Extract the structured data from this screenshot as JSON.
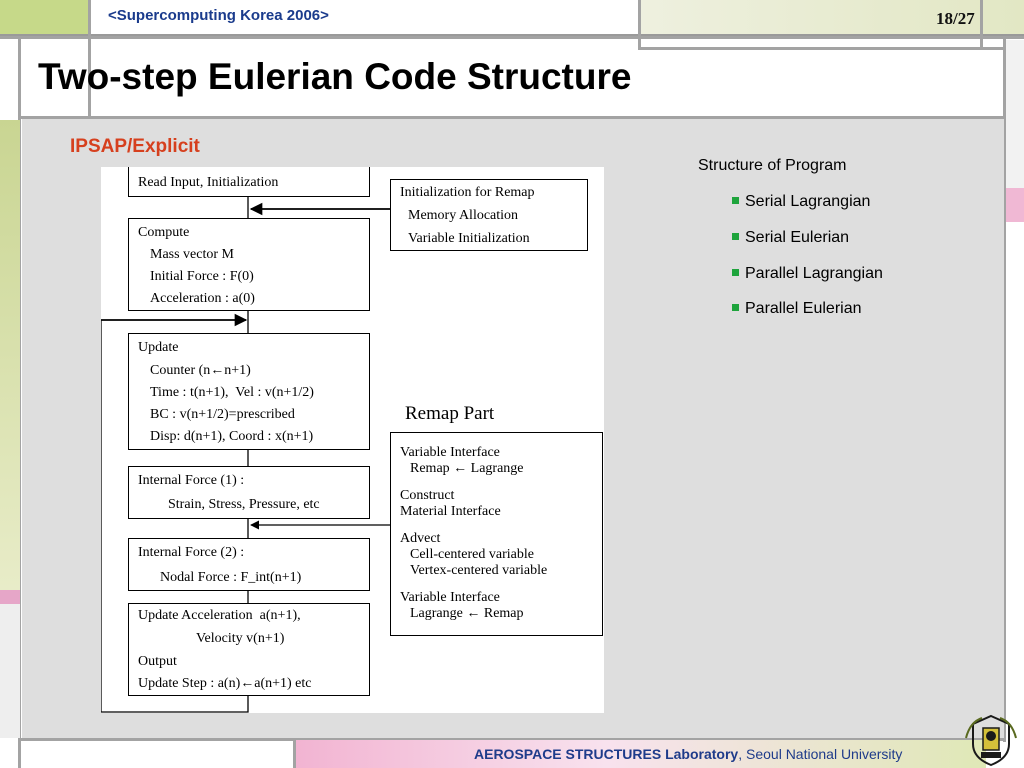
{
  "header": {
    "conference": "<Supercomputing Korea 2006>",
    "page": "18/27"
  },
  "title": "Two-step Eulerian Code Structure",
  "subtitle": "IPSAP/Explicit",
  "flowchart": {
    "main_boxes": [
      {
        "id": "read",
        "lines": [
          "Read Input, Initialization"
        ]
      },
      {
        "id": "compute",
        "lines": [
          "Compute",
          "Mass vector M",
          "Initial Force : F(0)",
          "Acceleration : a(0)"
        ]
      },
      {
        "id": "update",
        "lines": [
          "Update",
          "Counter (n←n+1)",
          "Time : t(n+1),  Vel : v(n+1/2)",
          "BC : v(n+1/2)=prescribed",
          "Disp: d(n+1), Coord : x(n+1)"
        ]
      },
      {
        "id": "internal1",
        "lines": [
          "Internal Force (1) :",
          "Strain, Stress, Pressure, etc"
        ]
      },
      {
        "id": "internal2",
        "lines": [
          "Internal Force (2) :",
          "Nodal Force : F_int(n+1)"
        ]
      },
      {
        "id": "updateacc",
        "lines": [
          "Update Acceleration  a(n+1),",
          "Velocity v(n+1)",
          "Output",
          "Update Step : a(n)←a(n+1) etc"
        ]
      }
    ],
    "side_boxes": [
      {
        "id": "initremap",
        "lines": [
          "Initialization for Remap",
          "Memory Allocation",
          "Variable Initialization"
        ]
      },
      {
        "id": "remap",
        "lines": [
          "Variable Interface",
          "Remap ← Lagrange",
          "Construct",
          "Material Interface",
          "Advect",
          "Cell-centered variable",
          "Vertex-centered variable",
          "Variable Interface",
          "Lagrange ← Remap"
        ]
      }
    ],
    "remap_title": "Remap Part"
  },
  "structure": {
    "heading": "Structure of Program",
    "items": [
      "Serial Lagrangian",
      "Serial Eulerian",
      "Parallel Lagrangian",
      "Parallel Eulerian"
    ]
  },
  "footer": {
    "lab": "AEROSPACE STRUCTURES Laboratory",
    "univ": ", Seoul National University"
  },
  "colors": {
    "title": "#000000",
    "subtitle": "#d6401e",
    "header": "#1a3b8c",
    "bullet": "#1ea43c",
    "footer": "#1e3b8a"
  },
  "icons": {
    "bullet": "square-bullet-icon",
    "logo": "university-seal-icon"
  }
}
